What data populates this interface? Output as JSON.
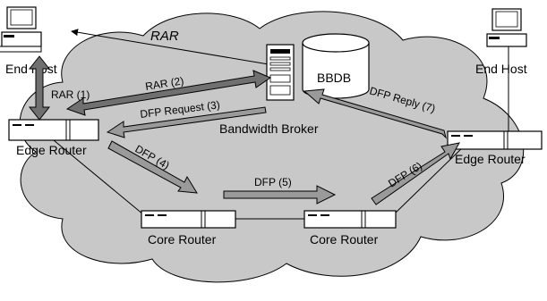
{
  "labels": {
    "end_host_left": "End Host",
    "end_host_right": "End Host",
    "edge_router_left": "Edge Router",
    "edge_router_right": "Edge Router",
    "core_router_left": "Core Router",
    "core_router_right": "Core Router",
    "bandwidth_broker": "Bandwidth Broker",
    "bbdb": "BBDB"
  },
  "messages": {
    "rar_top": "RAR",
    "rar_1": "RAR (1)",
    "rar_2": "RAR (2)",
    "dfp_request_3": "DFP Request (3)",
    "dfp_4": "DFP (4)",
    "dfp_5": "DFP (5)",
    "dfp_6": "DFP (6)",
    "dfp_reply_7": "DFP Reply (7)"
  },
  "colors": {
    "cloud": "#c8c8c8",
    "arrow_dark": "#707070",
    "arrow_light": "#9a9a9a",
    "line": "#000000"
  }
}
